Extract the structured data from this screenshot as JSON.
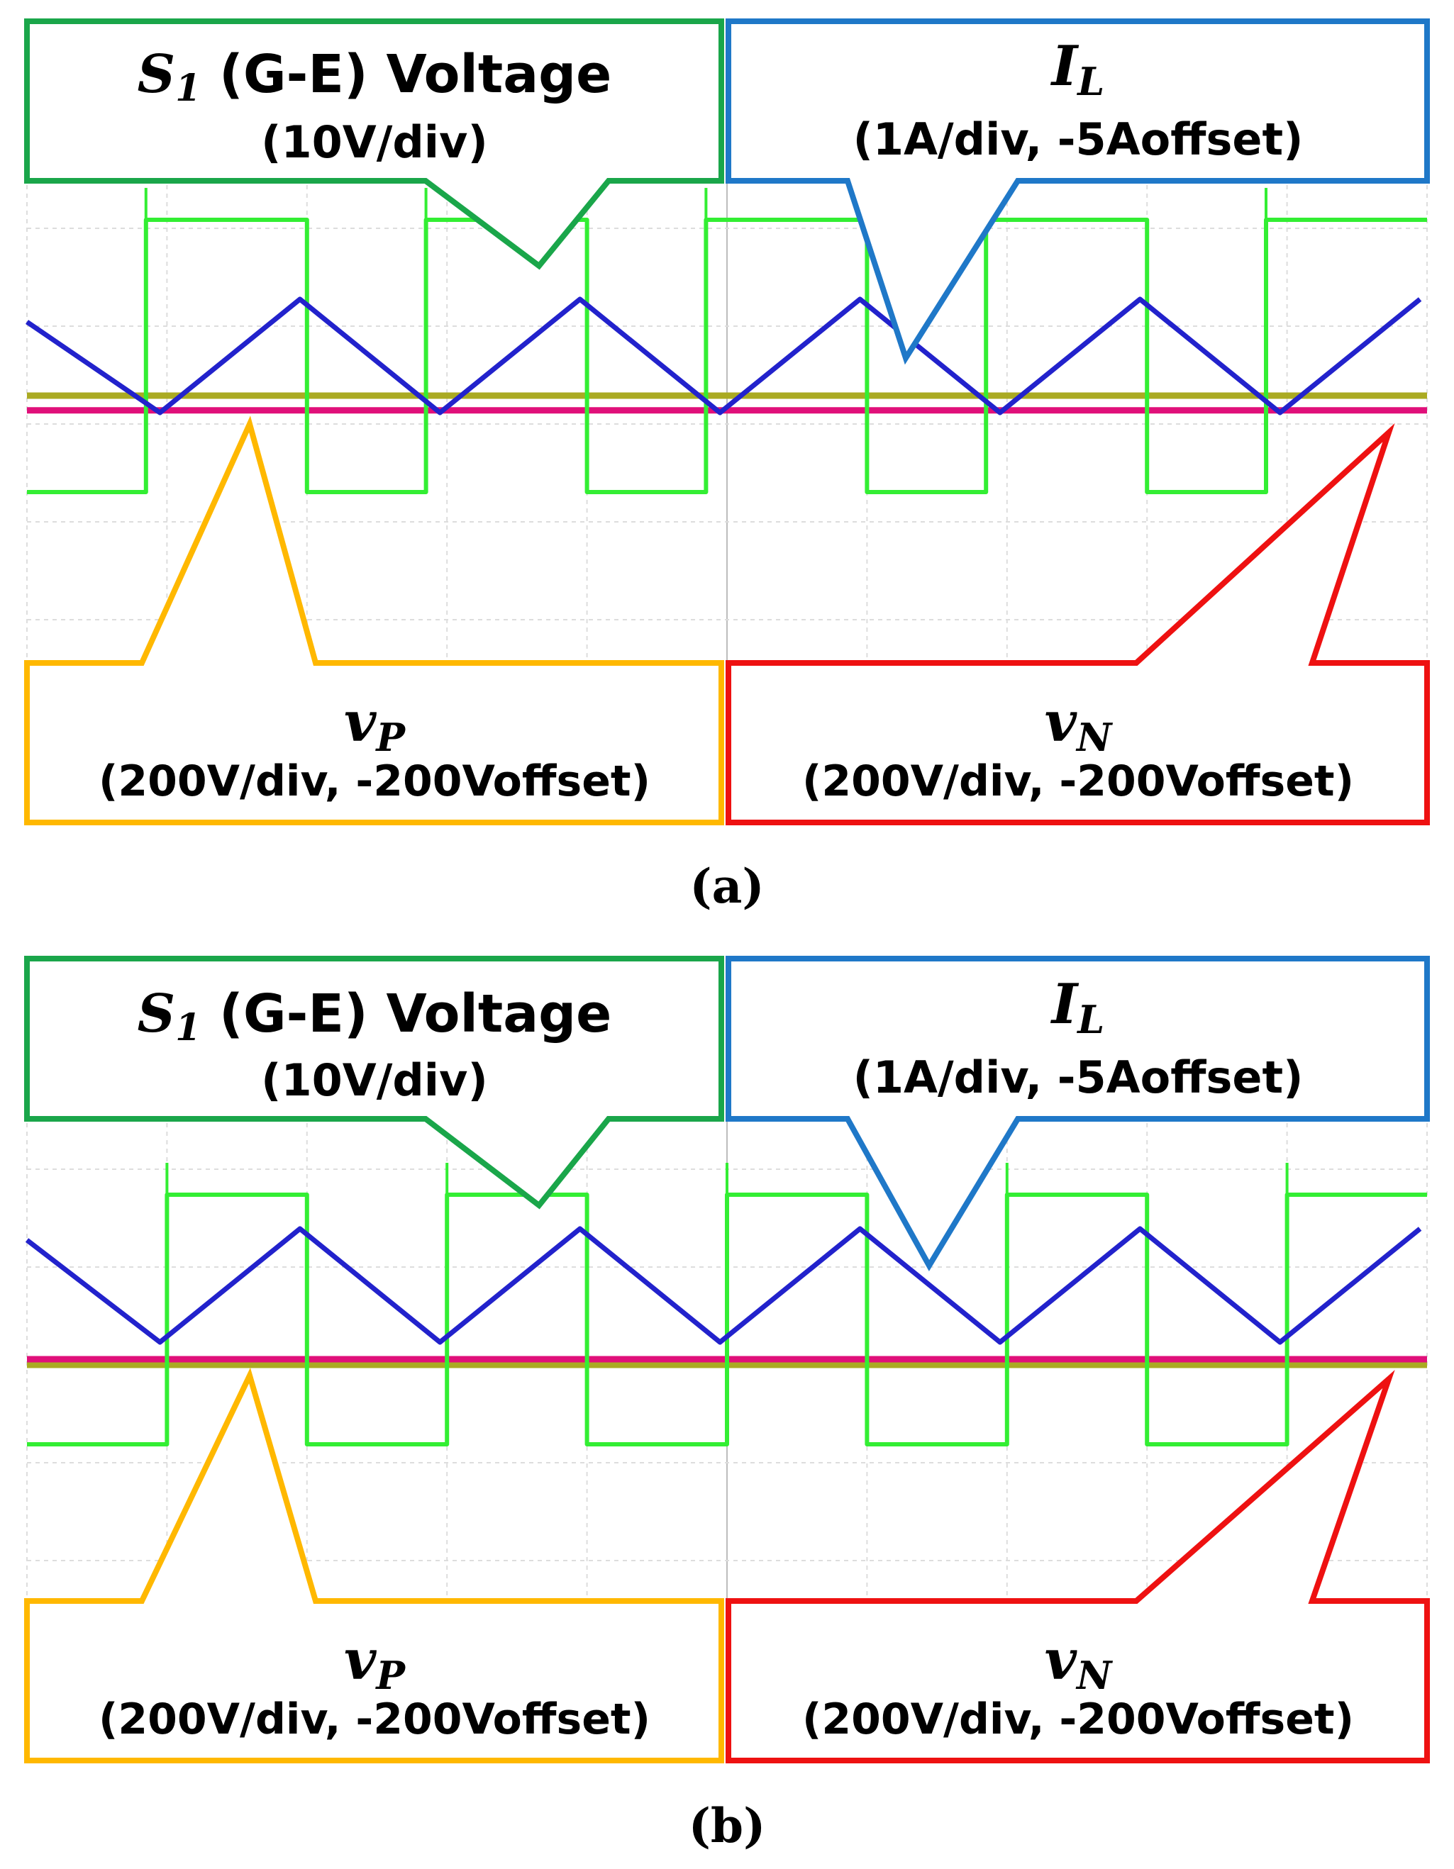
{
  "panels": [
    {
      "caption": "(a)",
      "callouts": {
        "gate": {
          "symbol": "S",
          "sub": "1",
          "title": " (G-E) Voltage",
          "scale": "(10V/div)",
          "color": "#1aa64a"
        },
        "il": {
          "symbol": "I",
          "sub": "L",
          "scale": "(1A/div, -5Aoffset)",
          "color": "#1f78c8"
        },
        "vp": {
          "symbol": "v",
          "sub": "P",
          "scale": "(200V/div, -200Voffset)",
          "color": "#ffb800"
        },
        "vn": {
          "symbol": "v",
          "sub": "N",
          "scale": "(200V/div, -200Voffset)",
          "color": "#ee1111"
        }
      }
    },
    {
      "caption": "(b)",
      "callouts": {
        "gate": {
          "symbol": "S",
          "sub": "1",
          "title": " (G-E) Voltage",
          "scale": "(10V/div)",
          "color": "#1aa64a"
        },
        "il": {
          "symbol": "I",
          "sub": "L",
          "scale": "(1A/div, -5Aoffset)",
          "color": "#1f78c8"
        },
        "vp": {
          "symbol": "v",
          "sub": "P",
          "scale": "(200V/div, -200Voffset)",
          "color": "#ffb800"
        },
        "vn": {
          "symbol": "v",
          "sub": "N",
          "scale": "(200V/div, -200Voffset)",
          "color": "#ee1111"
        }
      }
    }
  ],
  "chart_data": [
    {
      "type": "line",
      "grid": true,
      "x_divisions": 10,
      "y_divisions": 8,
      "series": [
        {
          "name": "S1 (G-E) Voltage",
          "color": "#33ee33",
          "kind": "square",
          "x": [
            0,
            0.85,
            0.85,
            2.0,
            2.0,
            2.85,
            2.85,
            4.0,
            4.0,
            4.85,
            4.85,
            6.0,
            6.0,
            6.85,
            6.85,
            8.0,
            8.0,
            8.85,
            8.85,
            10
          ],
          "y": [
            -0.6,
            -0.6,
            1.8,
            1.8,
            -0.6,
            -0.6,
            1.8,
            1.8,
            -0.6,
            -0.6,
            1.8,
            1.8,
            -0.6,
            -0.6,
            1.8,
            1.8,
            -0.6,
            -0.6,
            1.8,
            1.8
          ]
        },
        {
          "name": "IL",
          "color": "#2222cc",
          "kind": "triangle",
          "x": [
            0,
            0.95,
            1.95,
            2.95,
            3.95,
            4.95,
            5.95,
            6.95,
            7.95,
            8.95,
            9.95
          ],
          "y": [
            0.9,
            0.1,
            1.1,
            0.1,
            1.1,
            0.1,
            1.1,
            0.1,
            1.1,
            0.1,
            1.1
          ]
        },
        {
          "name": "vP",
          "color": "#aaaa22",
          "kind": "flat",
          "x": [
            0,
            10
          ],
          "y": [
            0.25,
            0.25
          ]
        },
        {
          "name": "vN",
          "color": "#e0107a",
          "kind": "flat",
          "x": [
            0,
            10
          ],
          "y": [
            0.12,
            0.12
          ]
        }
      ]
    },
    {
      "type": "line",
      "grid": true,
      "x_divisions": 10,
      "y_divisions": 8,
      "series": [
        {
          "name": "S1 (G-E) Voltage",
          "color": "#33ee33",
          "kind": "square",
          "x": [
            0,
            1.0,
            1.0,
            2.0,
            2.0,
            3.0,
            3.0,
            4.0,
            4.0,
            5.0,
            5.0,
            6.0,
            6.0,
            7.0,
            7.0,
            8.0,
            8.0,
            9.0,
            9.0,
            10
          ],
          "y": [
            -0.7,
            -0.7,
            1.5,
            1.5,
            -0.7,
            -0.7,
            1.5,
            1.5,
            -0.7,
            -0.7,
            1.5,
            1.5,
            -0.7,
            -0.7,
            1.5,
            1.5,
            -0.7,
            -0.7,
            1.5,
            1.5
          ]
        },
        {
          "name": "IL",
          "color": "#2222cc",
          "kind": "triangle",
          "x": [
            0,
            0.95,
            1.95,
            2.95,
            3.95,
            4.95,
            5.95,
            6.95,
            7.95,
            8.95,
            9.95
          ],
          "y": [
            1.1,
            0.2,
            1.2,
            0.2,
            1.2,
            0.2,
            1.2,
            0.2,
            1.2,
            0.2,
            1.2
          ]
        },
        {
          "name": "vP",
          "color": "#aaaa22",
          "kind": "flat",
          "x": [
            0,
            10
          ],
          "y": [
            0.0,
            0.0
          ]
        },
        {
          "name": "vN",
          "color": "#e0107a",
          "kind": "flat",
          "x": [
            0,
            10
          ],
          "y": [
            0.05,
            0.05
          ]
        }
      ]
    }
  ]
}
